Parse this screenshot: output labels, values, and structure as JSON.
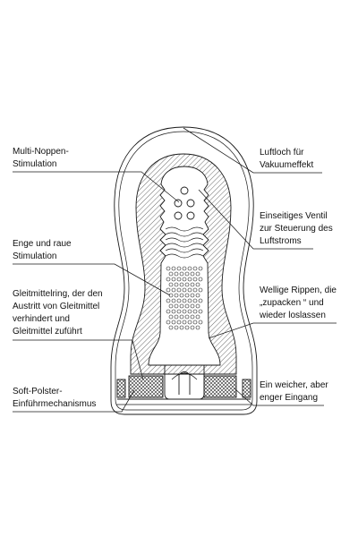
{
  "labels": {
    "left": {
      "multi_noppen": [
        "Multi-Noppen-",
        "Stimulation"
      ],
      "enge_raue": [
        "Enge und raue",
        "Stimulation"
      ],
      "gleitmittelring": [
        "Gleitmittelring, der den",
        "Austritt von Gleitmittel",
        "verhindert und",
        "Gleitmittel zuführt"
      ],
      "soft_polster": [
        "Soft-Polster-",
        "Einführmechanismus"
      ]
    },
    "right": {
      "luftloch": [
        "Luftloch für",
        "Vakuumeffekt"
      ],
      "ventil": [
        "Einseitiges Ventil",
        "zur Steuerung des",
        "Luftstroms"
      ],
      "rippen": [
        "Wellige Rippen, die",
        "„zupacken “ und",
        "wieder loslassen"
      ],
      "eingang": [
        "Ein weicher, aber",
        "enger Eingang"
      ]
    }
  },
  "colors": {
    "line": "#1a1a1a",
    "text": "#111111",
    "background": "#ffffff"
  }
}
